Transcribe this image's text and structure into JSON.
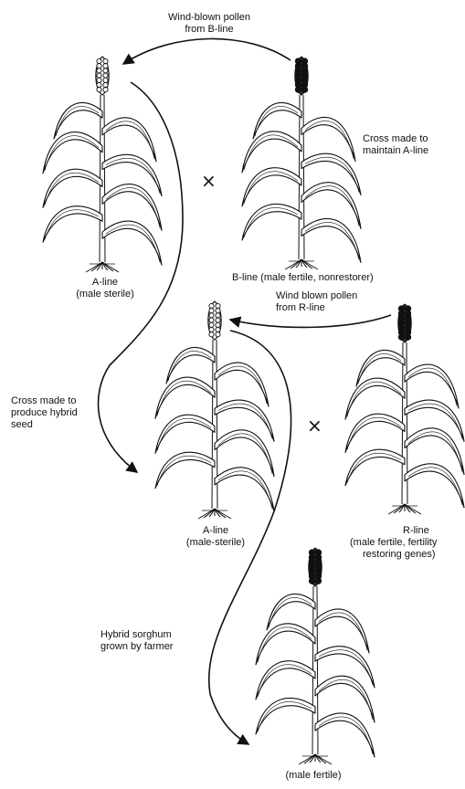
{
  "labels": {
    "pollen_b": [
      "Wind-blown pollen",
      "from B-line"
    ],
    "cross_maintain": [
      "Cross made to",
      "maintain A-line"
    ],
    "a_line_top": [
      "A-line",
      "(male sterile)"
    ],
    "b_line": "B-line (male fertile, nonrestorer)",
    "pollen_r": [
      "Wind blown pollen",
      "from R-line"
    ],
    "cross_hybrid": [
      "Cross made to",
      "produce hybrid",
      "seed"
    ],
    "a_line_mid": [
      "A-line",
      "(male-sterile)"
    ],
    "r_line": [
      "R-line",
      "(male fertile, fertility",
      "restoring genes)"
    ],
    "hybrid_grown": [
      "Hybrid sorghum",
      "grown by farmer"
    ],
    "male_fertile": "(male fertile)"
  },
  "cross_symbol": "×",
  "colors": {
    "ink": "#111111",
    "paper": "#ffffff"
  }
}
